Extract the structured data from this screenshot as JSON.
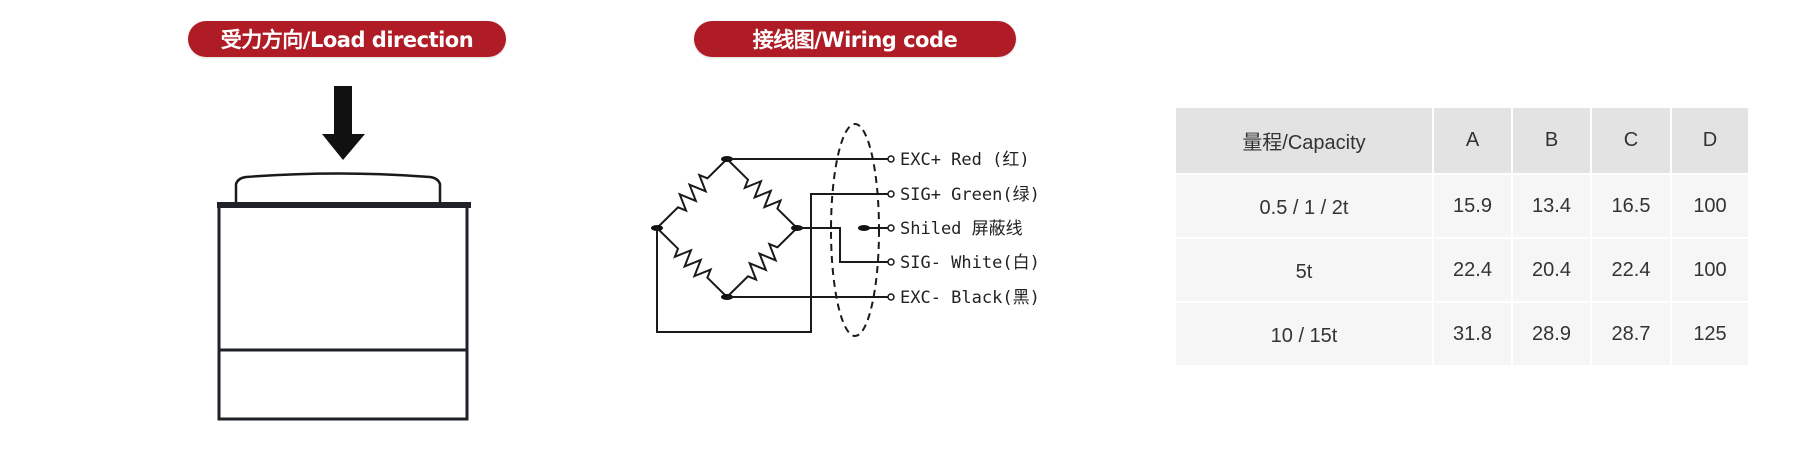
{
  "sections": {
    "load_direction": {
      "title": "受力方向/Load direction"
    },
    "wiring_code": {
      "title": "接线图/Wiring code",
      "wires": [
        {
          "label": "EXC+ Red  (红)"
        },
        {
          "label": "SIG+ Green(绿)"
        },
        {
          "label": "Shiled  屏蔽线"
        },
        {
          "label": "SIG- White(白)"
        },
        {
          "label": "EXC- Black(黑)"
        }
      ]
    }
  },
  "colors": {
    "accent": "#b01c26",
    "header_bg": "#e3e3e3",
    "cell_bg": "#f6f6f6",
    "line": "#1a1a1a"
  },
  "table": {
    "headers": [
      "量程/Capacity",
      "A",
      "B",
      "C",
      "D"
    ],
    "rows": [
      [
        "0.5 / 1 / 2t",
        "15.9",
        "13.4",
        "16.5",
        "100"
      ],
      [
        "5t",
        "22.4",
        "20.4",
        "22.4",
        "100"
      ],
      [
        "10 / 15t",
        "31.8",
        "28.9",
        "28.7",
        "125"
      ]
    ]
  }
}
